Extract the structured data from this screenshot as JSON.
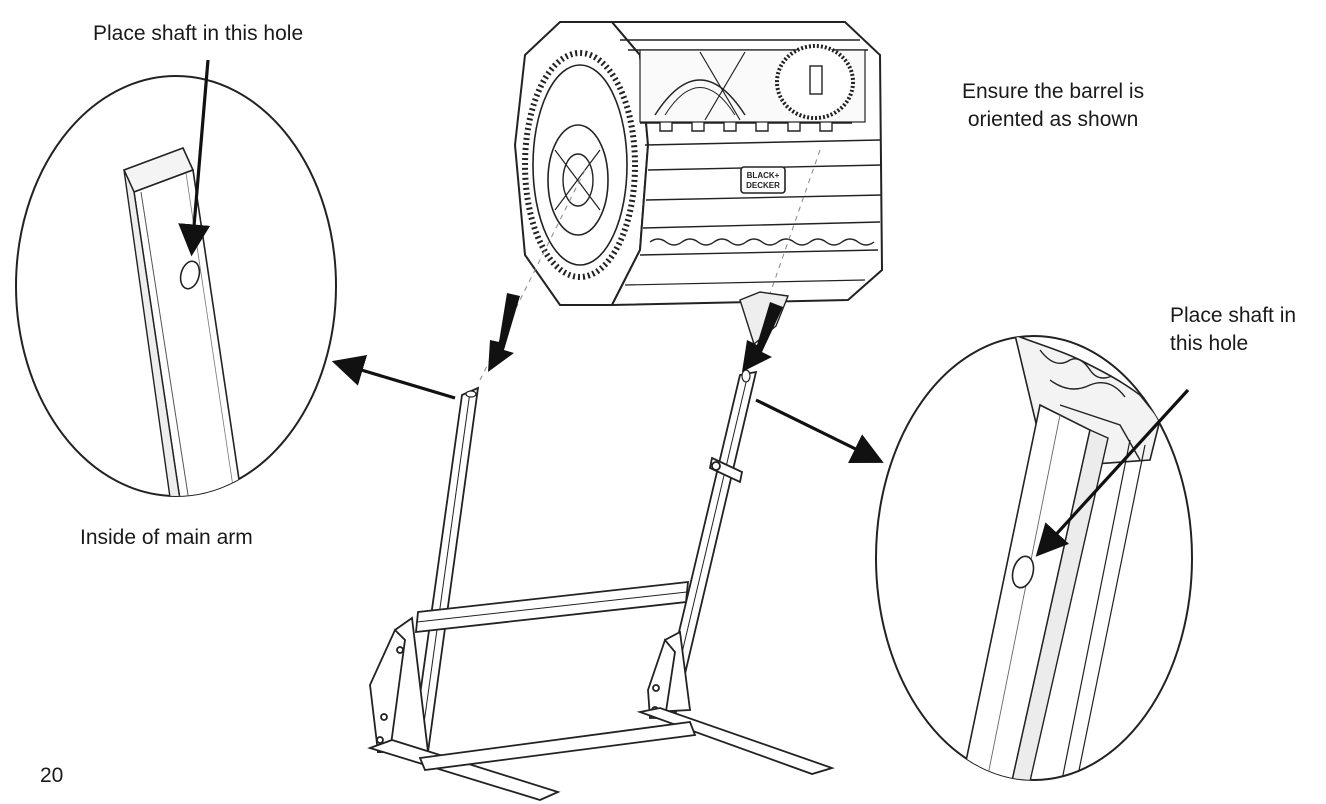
{
  "labels": {
    "shaft_left": "Place shaft in this hole",
    "orientation_line1": "Ensure the barrel is",
    "orientation_line2": "oriented as shown",
    "shaft_right_line1": "Place shaft in",
    "shaft_right_line2": "this hole",
    "inside_arm": "Inside of main arm",
    "page_number": "20",
    "brand_line1": "BLACK+",
    "brand_line2": "DECKER"
  },
  "colors": {
    "ink": "#1a1a1a",
    "line": "#222222",
    "shade": "#bcbcbc",
    "background": "#ffffff"
  }
}
